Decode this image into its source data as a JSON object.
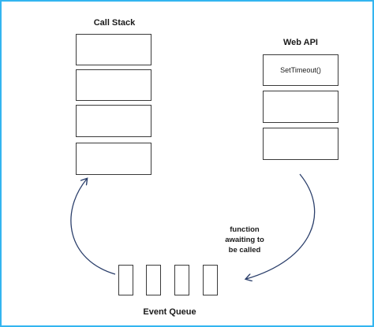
{
  "call_stack": {
    "title": "Call Stack",
    "slots": [
      "",
      "",
      "",
      ""
    ]
  },
  "web_api": {
    "title": "Web API",
    "slots": [
      "SetTimeout()",
      "",
      ""
    ]
  },
  "event_queue": {
    "title": "Event Queue",
    "slots": [
      "",
      "",
      "",
      ""
    ]
  },
  "note": {
    "lines": [
      "function",
      "awaiting to",
      "be called"
    ]
  },
  "colors": {
    "frame_border": "#33b5f0",
    "arrow": "#2b3f6b",
    "box_border": "#3a3a3a"
  }
}
